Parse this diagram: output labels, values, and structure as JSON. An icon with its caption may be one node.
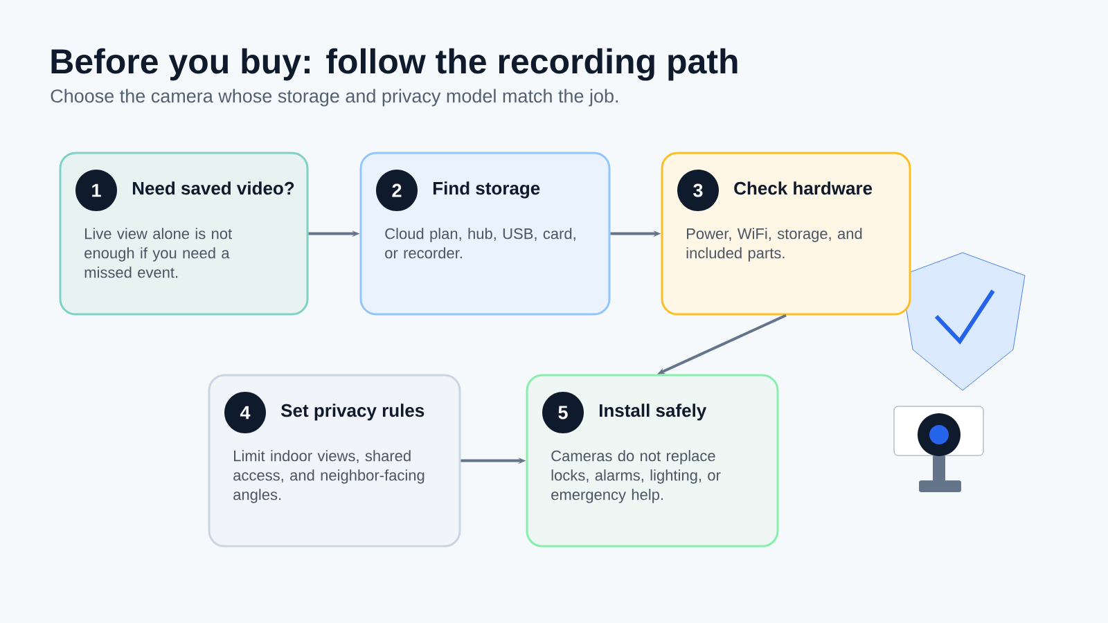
{
  "diagram": {
    "title": "Before you buy: follow the recording path",
    "caption": "Choose the camera whose storage and privacy model match the job.",
    "nodes": [
      {
        "text": [
          "1",
          "Need saved video?",
          "Live view alone is not enough if you need a missed event."
        ]
      },
      {
        "text": [
          "2",
          "Find storage",
          "Cloud plan, hub, USB, card, or recorder."
        ]
      },
      {
        "text": [
          "3",
          "Check hardware",
          "Power, WiFi, storage, and included parts."
        ]
      },
      {
        "text": [
          "4",
          "Set privacy rules",
          "Limit indoor views, shared access, and neighbor-facing angles."
        ]
      },
      {
        "text": [
          "5",
          "Install safely",
          "Cameras do not replace locks, alarms, lighting, or emergency help."
        ]
      }
    ],
    "edges": [
      {
        "from": 0,
        "to": 1,
        "arrow": "to"
      },
      {
        "from": 1,
        "to": 2,
        "arrow": "to"
      },
      {
        "from": 2,
        "to": 4,
        "arrow": "to"
      },
      {
        "from": 3,
        "to": 4,
        "arrow": "to"
      }
    ]
  }
}
